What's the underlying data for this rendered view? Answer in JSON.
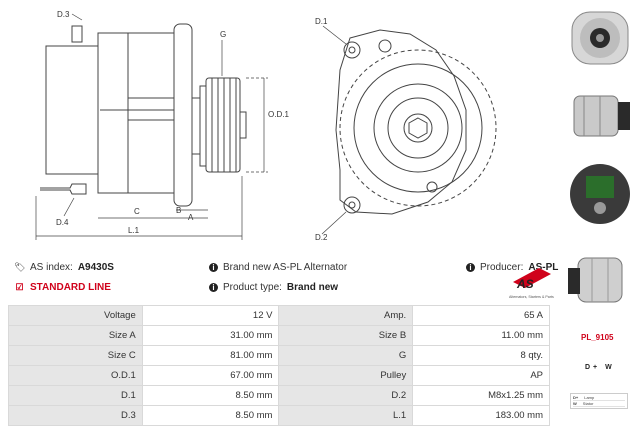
{
  "drawing": {
    "labels": {
      "d3": "D.3",
      "d4": "D.4",
      "g": "G",
      "c": "C",
      "b": "B",
      "a": "A",
      "l1": "L.1",
      "od1": "O.D.1",
      "d1": "D.1",
      "d2": "D.2"
    }
  },
  "info": {
    "as_index_label": "AS index:",
    "as_index_value": "A9430S",
    "standard_line": "STANDARD LINE",
    "brand_new_text": "Brand new AS-PL Alternator",
    "product_type_label": "Product type:",
    "product_type_value": "Brand new",
    "producer_label": "Producer:",
    "producer_value": "AS-PL"
  },
  "brand": {
    "logo_text": "AS",
    "tagline": "Alternators, Starters & Parts",
    "color": "#d0021b"
  },
  "specs": [
    {
      "l1": "Voltage",
      "v1": "12 V",
      "l2": "Amp.",
      "v2": "65 A"
    },
    {
      "l1": "Size A",
      "v1": "31.00 mm",
      "l2": "Size B",
      "v2": "11.00 mm"
    },
    {
      "l1": "Size C",
      "v1": "81.00 mm",
      "l2": "G",
      "v2": "8 qty."
    },
    {
      "l1": "O.D.1",
      "v1": "67.00 mm",
      "l2": "Pulley",
      "v2": "AP"
    },
    {
      "l1": "D.1",
      "v1": "8.50 mm",
      "l2": "D.2",
      "v2": "M8x1.25 mm"
    },
    {
      "l1": "D.3",
      "v1": "8.50 mm",
      "l2": "L.1",
      "v2": "183.00 mm"
    }
  ],
  "sidebar": {
    "pl_code": "PL_9105",
    "terminals": "D+  W",
    "legend": [
      {
        "key": "D+",
        "text": "Lamp"
      },
      {
        "key": "W",
        "text": "Stator"
      }
    ]
  },
  "icons": {
    "tag": "tag-icon",
    "check": "checkbox-icon",
    "info": "info-icon"
  }
}
